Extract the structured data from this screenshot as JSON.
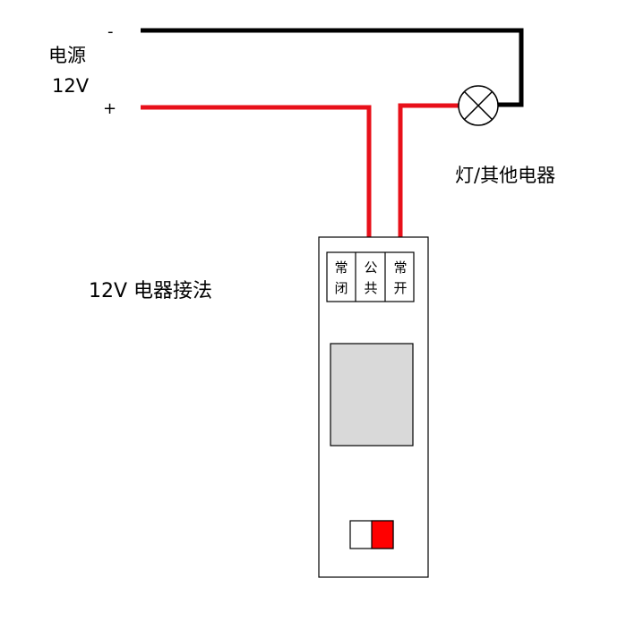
{
  "power_source": {
    "label_line1": "电源",
    "label_line2": "12V",
    "negative_sign": "-",
    "positive_sign": "+"
  },
  "load": {
    "label": "灯/其他电器",
    "icon": "lamp-icon"
  },
  "title": "12V 电器接法",
  "relay": {
    "terminals": [
      {
        "line1": "常",
        "line2": "闭"
      },
      {
        "line1": "公",
        "line2": "共"
      },
      {
        "line1": "常",
        "line2": "开"
      }
    ]
  },
  "colors": {
    "positive_wire": "#e8101a",
    "negative_wire": "#000000",
    "window_fill": "#d9d9d9",
    "switch_on": "#ff0000"
  }
}
